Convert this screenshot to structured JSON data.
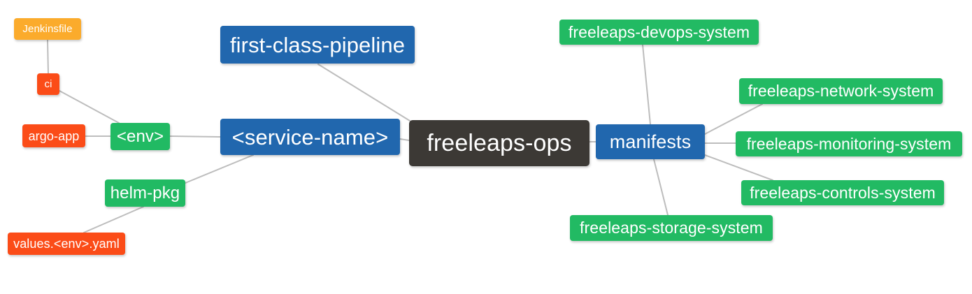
{
  "diagram": {
    "type": "mindmap",
    "title": "freeleaps-ops",
    "background": "#ffffff",
    "edge_color": "#bdbdbd",
    "palette": {
      "root": "#3c3935",
      "blue": "#2167ae",
      "green": "#21ba63",
      "orange": "#fbab2c",
      "red": "#fb4c18"
    }
  },
  "nodes": {
    "root": {
      "label": "freeleaps-ops",
      "color": "#3c3935"
    },
    "first_class_pipeline": {
      "label": "first-class-pipeline",
      "color": "#2167ae"
    },
    "service_name": {
      "label": "<service-name>",
      "color": "#2167ae"
    },
    "manifests": {
      "label": "manifests",
      "color": "#2167ae"
    },
    "env": {
      "label": "<env>",
      "color": "#21ba63"
    },
    "helm_pkg": {
      "label": "helm-pkg",
      "color": "#21ba63"
    },
    "jenkinsfile": {
      "label": "Jenkinsfile",
      "color": "#fbab2c"
    },
    "ci": {
      "label": "ci",
      "color": "#fb4c18"
    },
    "argo_app": {
      "label": "argo-app",
      "color": "#fb4c18"
    },
    "values_yaml": {
      "label": "values.<env>.yaml",
      "color": "#fb4c18"
    },
    "devops_system": {
      "label": "freeleaps-devops-system",
      "color": "#21ba63"
    },
    "network_system": {
      "label": "freeleaps-network-system",
      "color": "#21ba63"
    },
    "monitoring_system": {
      "label": "freeleaps-monitoring-system",
      "color": "#21ba63"
    },
    "controls_system": {
      "label": "freeleaps-controls-system",
      "color": "#21ba63"
    },
    "storage_system": {
      "label": "freeleaps-storage-system",
      "color": "#21ba63"
    }
  },
  "edges": [
    {
      "from": "root",
      "to": "first_class_pipeline"
    },
    {
      "from": "root",
      "to": "service_name"
    },
    {
      "from": "root",
      "to": "manifests"
    },
    {
      "from": "service_name",
      "to": "env"
    },
    {
      "from": "service_name",
      "to": "helm_pkg"
    },
    {
      "from": "env",
      "to": "ci"
    },
    {
      "from": "env",
      "to": "argo_app"
    },
    {
      "from": "ci",
      "to": "jenkinsfile"
    },
    {
      "from": "helm_pkg",
      "to": "values_yaml"
    },
    {
      "from": "manifests",
      "to": "devops_system"
    },
    {
      "from": "manifests",
      "to": "network_system"
    },
    {
      "from": "manifests",
      "to": "monitoring_system"
    },
    {
      "from": "manifests",
      "to": "controls_system"
    },
    {
      "from": "manifests",
      "to": "storage_system"
    }
  ]
}
